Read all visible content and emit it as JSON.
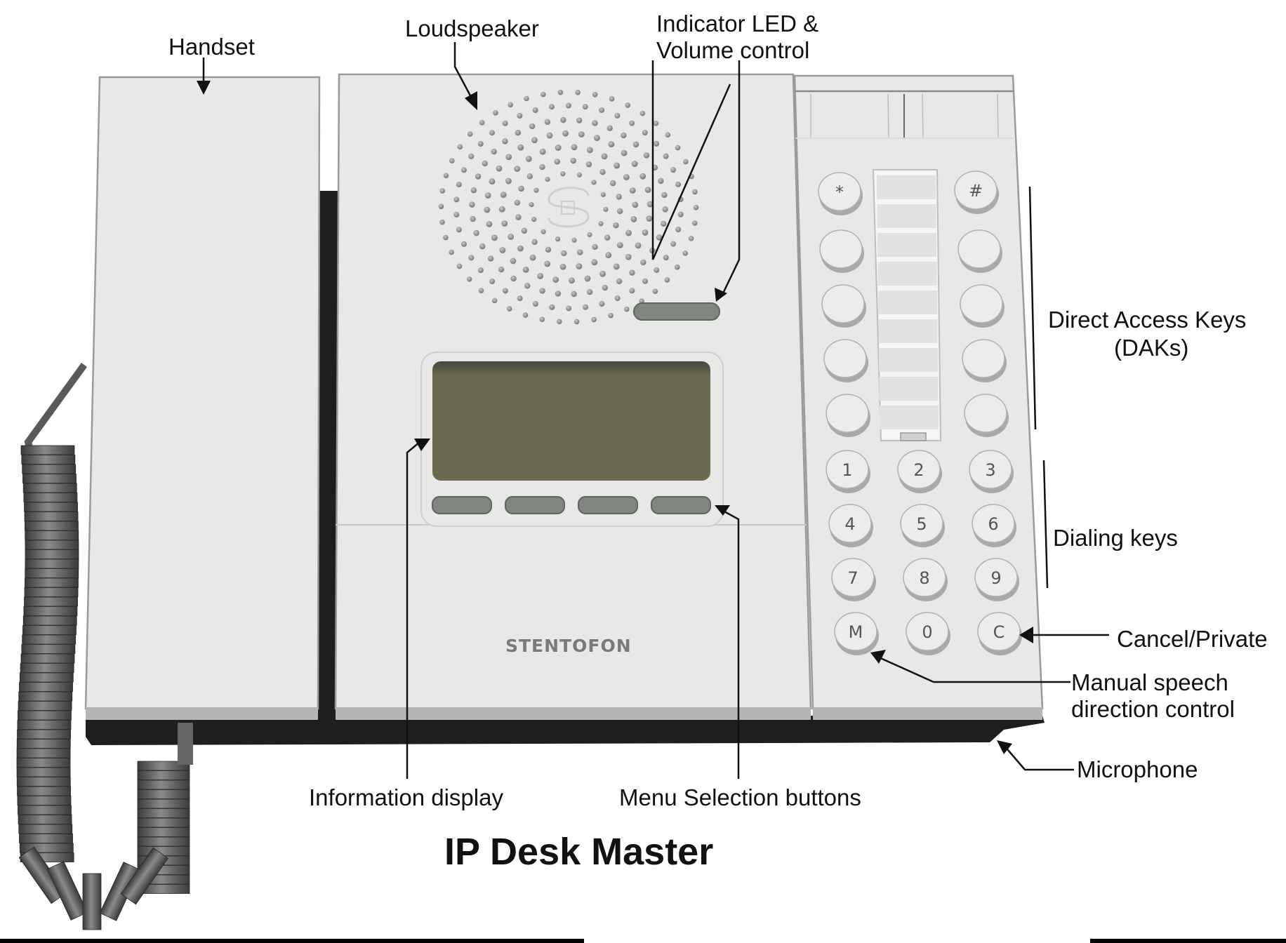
{
  "title": "IP Desk Master",
  "brand": "STENTOFON",
  "colors": {
    "body": "#e8e9e6",
    "display": "#6b6a50",
    "menu_button": "#7f8780",
    "base": "#1e1e1e",
    "cord": "#555555"
  },
  "callouts": {
    "handset": "Handset",
    "loudspeaker": "Loudspeaker",
    "indicator_line1": "Indicator LED &",
    "indicator_line2": "Volume control",
    "daks_line1": "Direct Access Keys",
    "daks_line2": "(DAKs)",
    "dialing": "Dialing keys",
    "cancel": "Cancel/Private",
    "manual_line1": "Manual speech",
    "manual_line2": "direction control",
    "microphone": "Microphone",
    "info_display": "Information display",
    "menu_buttons": "Menu Selection buttons"
  },
  "keys": {
    "top_left": "*",
    "top_right": "#",
    "dak_rows": 4,
    "dial": [
      [
        "1",
        "2",
        "3"
      ],
      [
        "4",
        "5",
        "6"
      ],
      [
        "7",
        "8",
        "9"
      ],
      [
        "M",
        "0",
        "C"
      ]
    ]
  },
  "menu_button_count": 4
}
